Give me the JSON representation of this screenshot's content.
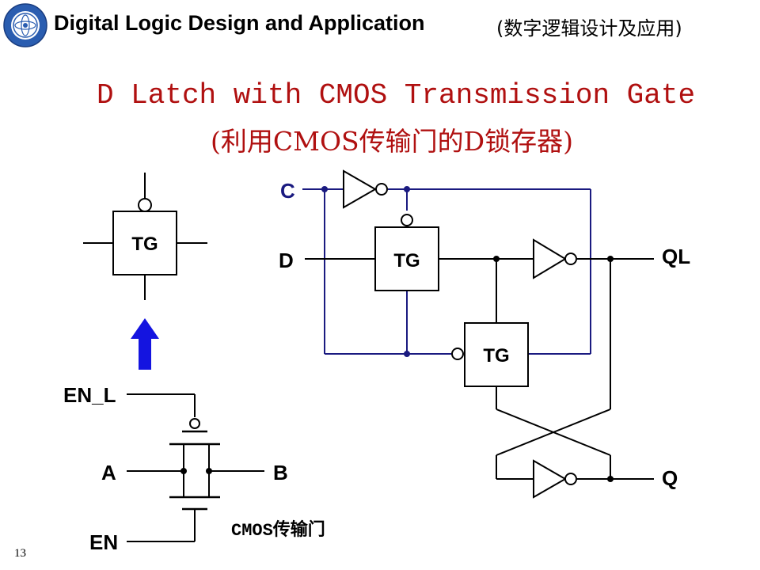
{
  "header": {
    "title": "Digital Logic Design and Application",
    "subtitle": "(数字逻辑设计及应用)"
  },
  "slide": {
    "title_en": "D Latch with CMOS Transmission Gate",
    "title_cn": "(利用CMOS传输门的D锁存器)",
    "page_number": "13"
  },
  "tg_symbol": {
    "label": "TG"
  },
  "cmos_tg": {
    "en_l_label": "EN_L",
    "a_label": "A",
    "b_label": "B",
    "en_label": "EN",
    "caption": "CMOS传输门"
  },
  "latch": {
    "c_label": "C",
    "d_label": "D",
    "ql_label": "QL",
    "q_label": "Q",
    "tg1_label": "TG",
    "tg2_label": "TG"
  },
  "colors": {
    "title": "#b01010",
    "wire_blue": "#1a1a80",
    "arrow": "#1414e0"
  }
}
